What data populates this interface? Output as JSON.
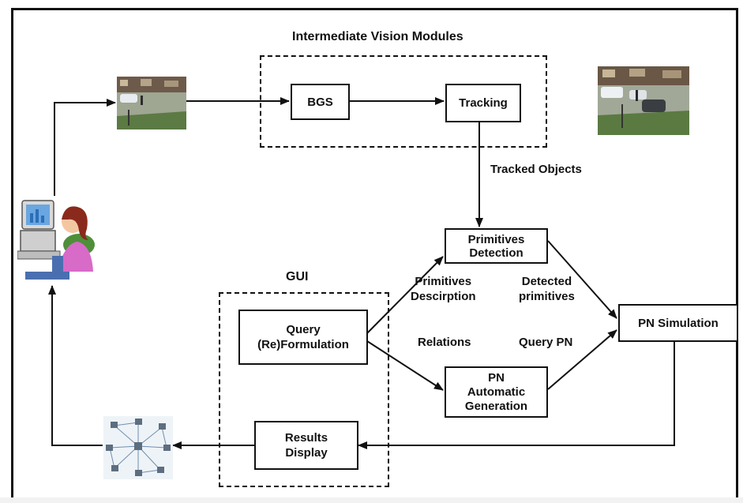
{
  "modules_title": "Intermediate Vision Modules",
  "gui_title": "GUI",
  "boxes": {
    "bgs": "BGS",
    "tracking": "Tracking",
    "primitives_detection": [
      "Primitives",
      "Detection"
    ],
    "pn_simulation": "PN Simulation",
    "query_formulation": [
      "Query",
      "(Re)Formulation"
    ],
    "pn_generation": [
      "PN",
      "Automatic",
      "Generation"
    ],
    "results_display": [
      "Results",
      "Display"
    ]
  },
  "edge_labels": {
    "tracked_objects": "Tracked Objects",
    "primitives_description": [
      "Primitives",
      "Descirption"
    ],
    "detected_primitives": [
      "Detected",
      "primitives"
    ],
    "relations": "Relations",
    "query_pn": "Query PN"
  },
  "icons": {
    "camera_input": "surveillance-scene-photo-icon",
    "camera_output": "parking-lot-scene-photo-icon",
    "user": "user-at-computer-icon",
    "network": "network-graph-icon"
  },
  "colors": {
    "line": "#111111",
    "background": "#ffffff"
  }
}
